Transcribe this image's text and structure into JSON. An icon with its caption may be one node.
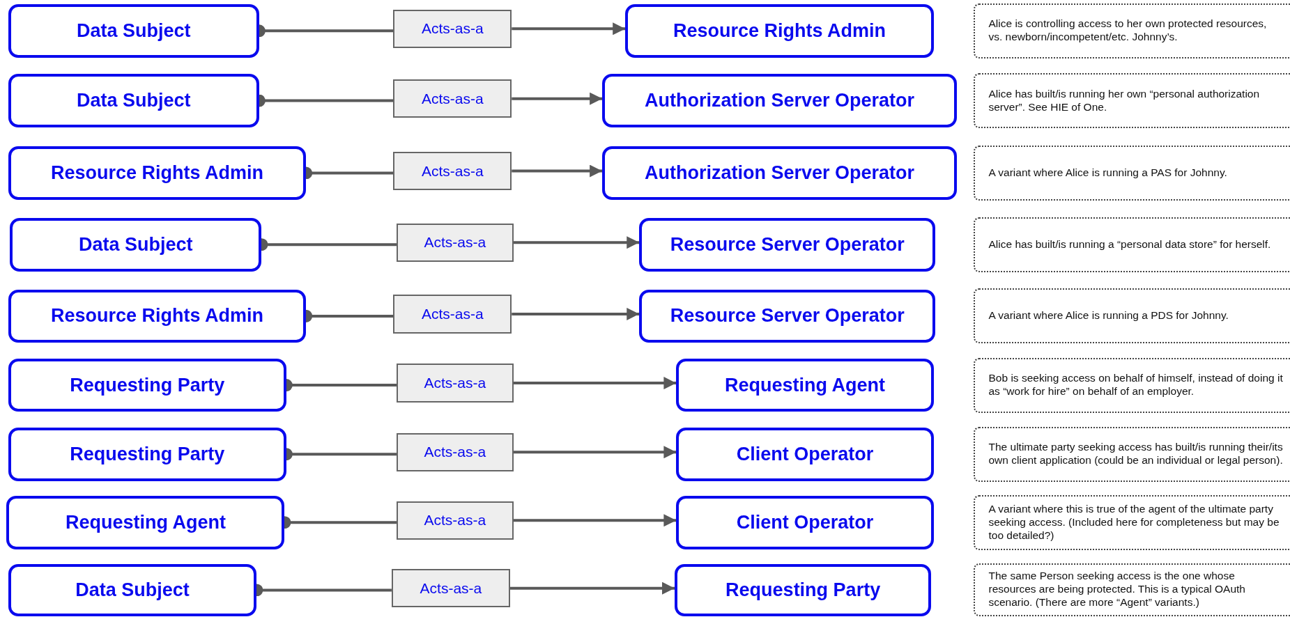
{
  "diagram": {
    "nodes": [
      {
        "text": [
          "Data Subject"
        ]
      },
      {
        "text": [
          "Acts-as-a"
        ]
      },
      {
        "text": [
          "Resource Rights Admin"
        ]
      },
      {
        "text": [
          "Alice is controlling access to her own protected resources, vs. newborn/incompetent/etc. Johnny’s."
        ]
      },
      {
        "text": [
          "Data Subject"
        ]
      },
      {
        "text": [
          "Acts-as-a"
        ]
      },
      {
        "text": [
          "Authorization Server Operator"
        ]
      },
      {
        "text": [
          "Alice has built/is running her own “personal authorization server”. See HIE of One."
        ]
      },
      {
        "text": [
          "Resource Rights Admin"
        ]
      },
      {
        "text": [
          "Acts-as-a"
        ]
      },
      {
        "text": [
          "Authorization Server Operator"
        ]
      },
      {
        "text": [
          "A variant where Alice is running a PAS for Johnny."
        ]
      },
      {
        "text": [
          "Data Subject"
        ]
      },
      {
        "text": [
          "Acts-as-a"
        ]
      },
      {
        "text": [
          "Resource Server Operator"
        ]
      },
      {
        "text": [
          "Alice has built/is running a “personal data store” for herself."
        ]
      },
      {
        "text": [
          "Resource Rights Admin"
        ]
      },
      {
        "text": [
          "Acts-as-a"
        ]
      },
      {
        "text": [
          "Resource Server Operator"
        ]
      },
      {
        "text": [
          "A variant where Alice is running a PDS for Johnny."
        ]
      },
      {
        "text": [
          "Requesting Party"
        ]
      },
      {
        "text": [
          "Acts-as-a"
        ]
      },
      {
        "text": [
          "Requesting Agent"
        ]
      },
      {
        "text": [
          "Bob is seeking access on behalf of himself, instead of doing it as “work for hire” on behalf of an employer."
        ]
      },
      {
        "text": [
          "Requesting Party"
        ]
      },
      {
        "text": [
          "Acts-as-a"
        ]
      },
      {
        "text": [
          "Client Operator"
        ]
      },
      {
        "text": [
          "The ultimate party seeking access has built/is running their/its own client application (could be an individual or legal person)."
        ]
      },
      {
        "text": [
          "Requesting Agent"
        ]
      },
      {
        "text": [
          "Acts-as-a"
        ]
      },
      {
        "text": [
          "Client Operator"
        ]
      },
      {
        "text": [
          "A variant where this is true of the agent of the ultimate party seeking access. (Included here for completeness but may be too detailed?)"
        ]
      },
      {
        "text": [
          "Data Subject"
        ]
      },
      {
        "text": [
          "Acts-as-a"
        ]
      },
      {
        "text": [
          "Requesting Party"
        ]
      },
      {
        "text": [
          "The same Person seeking access is the one whose resources are being protected. This is a typical OAuth scenario. (There are more “Agent” variants.)"
        ]
      }
    ],
    "edges": [
      {
        "from": 0,
        "to": 1,
        "arrow": "other"
      },
      {
        "from": 1,
        "to": 2,
        "arrow": "to"
      },
      {
        "from": 4,
        "to": 5,
        "arrow": "other"
      },
      {
        "from": 5,
        "to": 6,
        "arrow": "to"
      },
      {
        "from": 8,
        "to": 9,
        "arrow": "other"
      },
      {
        "from": 9,
        "to": 10,
        "arrow": "to"
      },
      {
        "from": 12,
        "to": 13,
        "arrow": "other"
      },
      {
        "from": 13,
        "to": 14,
        "arrow": "to"
      },
      {
        "from": 16,
        "to": 17,
        "arrow": "other"
      },
      {
        "from": 17,
        "to": 18,
        "arrow": "to"
      },
      {
        "from": 20,
        "to": 21,
        "arrow": "other"
      },
      {
        "from": 21,
        "to": 22,
        "arrow": "to"
      },
      {
        "from": 24,
        "to": 25,
        "arrow": "other"
      },
      {
        "from": 25,
        "to": 26,
        "arrow": "to"
      },
      {
        "from": 28,
        "to": 29,
        "arrow": "other"
      },
      {
        "from": 29,
        "to": 30,
        "arrow": "to"
      },
      {
        "from": 32,
        "to": 33,
        "arrow": "other"
      },
      {
        "from": 33,
        "to": 34,
        "arrow": "to"
      }
    ]
  }
}
